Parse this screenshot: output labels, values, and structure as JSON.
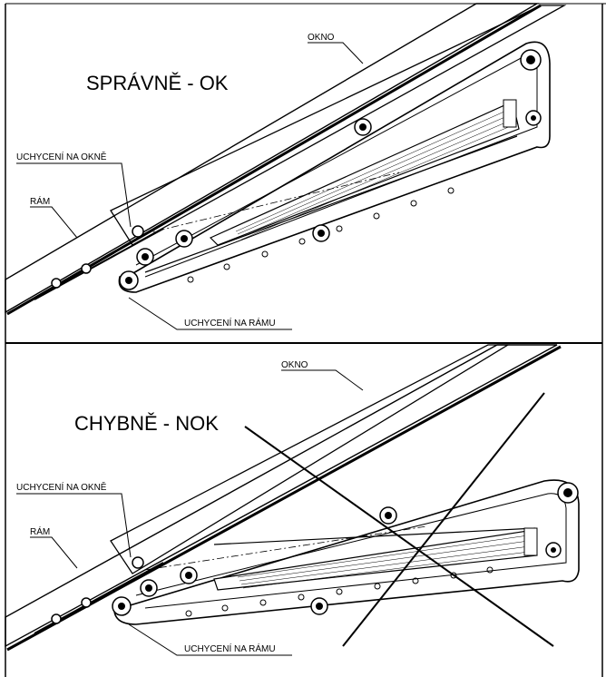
{
  "panels": [
    {
      "title": "SPRÁVNĚ - OK",
      "labels": {
        "okno": "OKNO",
        "uchyceni_na_okne": "UCHYCENÍ NA OKNĚ",
        "ram": "RÁM",
        "uchyceni_na_ramu": "UCHYCENÍ NA RÁMU"
      }
    },
    {
      "title": "CHYBNĚ - NOK",
      "labels": {
        "okno": "OKNO",
        "uchyceni_na_okne": "UCHYCENÍ NA OKNĚ",
        "ram": "RÁM",
        "uchyceni_na_ramu": "UCHYCENÍ NA RÁMU"
      }
    }
  ]
}
